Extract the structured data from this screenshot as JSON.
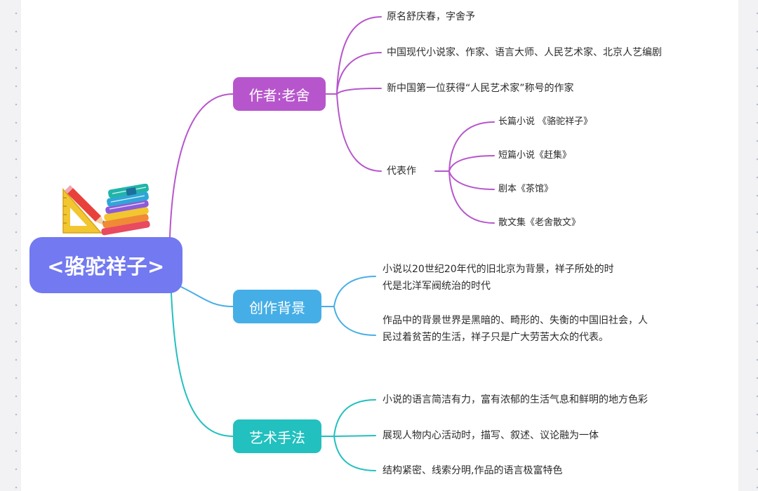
{
  "root": {
    "label": "<骆驼祥子>"
  },
  "branches": [
    {
      "label": "作者:老舍",
      "color": "#b756cc",
      "items": [
        "原名舒庆春，字舍予",
        "中国现代小说家、作家、语言大师、人民艺术家、北京人艺编剧",
        "新中国第一位获得“人民艺术家”称号的作家",
        "代表作"
      ],
      "works": [
        "长篇小说 《骆驼祥子》",
        "短篇小说《赶集》",
        "剧本《茶馆》",
        "散文集《老舍散文》"
      ]
    },
    {
      "label": "创作背景",
      "color": "#46aee6",
      "items": [
        "小说以20世纪20年代的旧北京为背景，祥子所处的时代是北洋军阀统治的时代",
        "作品中的背景世界是黑暗的、畸形的、失衡的中国旧社会，人民过着贫苦的生活，祥子只是广大劳苦大众的代表。"
      ]
    },
    {
      "label": "艺术手法",
      "color": "#22c0be",
      "items": [
        "小说的语言简洁有力，富有浓郁的生活气息和鲜明的地方色彩",
        "展现人物内心活动时，描写、叙述、议论融为一体",
        "结构紧密、线索分明,作品的语言极富特色"
      ]
    }
  ],
  "colors": {
    "root": "#7279f1",
    "canvas": "#ffffff",
    "background": "#f2f2f4"
  },
  "icons": [
    "ruler-triangle-icon",
    "pencil-icon",
    "books-stack-icon"
  ]
}
